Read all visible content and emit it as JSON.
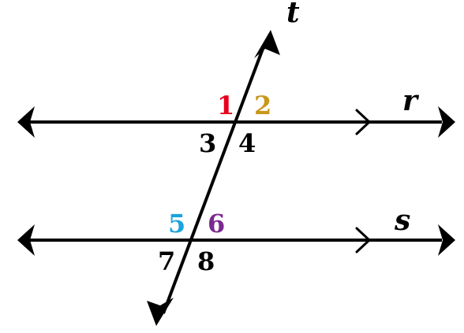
{
  "lines": {
    "transversal": "t",
    "parallel_top": "r",
    "parallel_bottom": "s"
  },
  "angles": [
    {
      "label": "1",
      "color": "#e8001c"
    },
    {
      "label": "2",
      "color": "#c9971c"
    },
    {
      "label": "3",
      "color": "#000000"
    },
    {
      "label": "4",
      "color": "#000000"
    },
    {
      "label": "5",
      "color": "#1aa3dd"
    },
    {
      "label": "6",
      "color": "#7b2a8f"
    },
    {
      "label": "7",
      "color": "#000000"
    },
    {
      "label": "8",
      "color": "#000000"
    }
  ],
  "markers": {
    "parallel_tick": "chevron-right",
    "arrowheads": "triangle"
  }
}
